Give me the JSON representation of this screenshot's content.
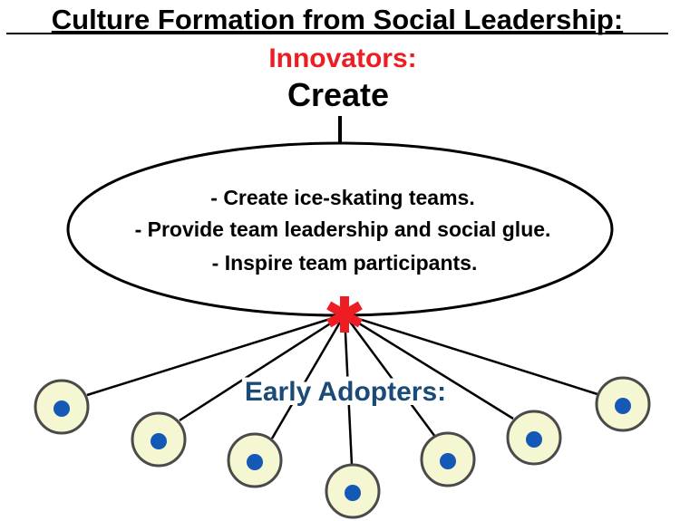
{
  "title": "Culture Formation from Social Leadership:",
  "innovators_label": "Innovators:",
  "action_label": "Create",
  "ellipse_lines": [
    "- Create ice-skating teams.",
    "- Provide team leadership and social glue.",
    "- Inspire team participants."
  ],
  "early_adopters_label": "Early Adopters:",
  "colors": {
    "innovators": "#ee1c23",
    "early_adopters": "#1a4a75",
    "star": "#ee1c23",
    "node_fill": "#f5f7d2",
    "node_stroke": "#4a4a4a",
    "node_dot": "#1459b5"
  }
}
